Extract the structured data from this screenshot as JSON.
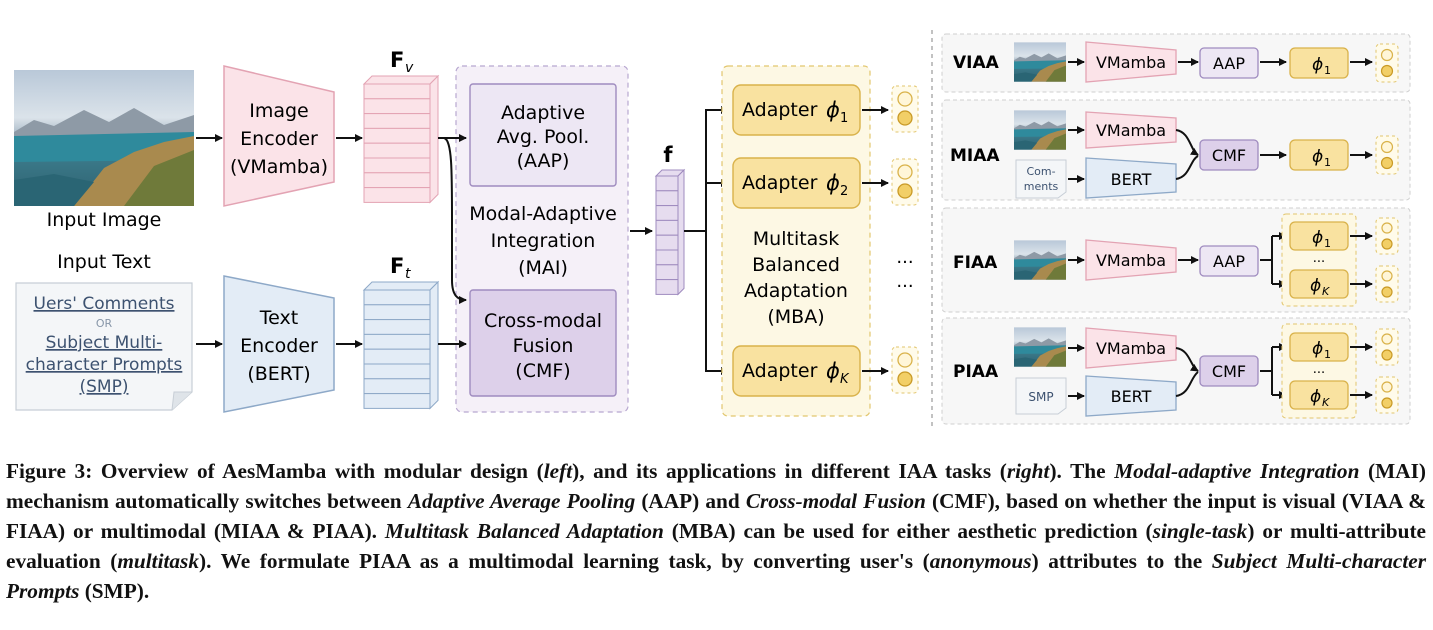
{
  "left": {
    "input_image_label": "Input Image",
    "input_text_label": "Input Text",
    "note_line1": "Uers' Comments",
    "note_or": "OR",
    "note_line2": "Subject Multi-",
    "note_line3": "character Prompts",
    "note_line4": "(SMP)",
    "image_encoder": [
      "Image",
      "Encoder",
      "(VMamba)"
    ],
    "text_encoder": [
      "Text",
      "Encoder",
      "(BERT)"
    ],
    "fv_label": "F",
    "fv_sub": "v",
    "ft_label": "F",
    "ft_sub": "t",
    "aap_box": [
      "Adaptive",
      "Avg. Pool.",
      "(AAP)"
    ],
    "mai_label": [
      "Modal-Adaptive",
      "Integration",
      "(MAI)"
    ],
    "cmf_box": [
      "Cross-modal",
      "Fusion",
      "(CMF)"
    ],
    "f_label": "f",
    "adapter1": "Adapter",
    "adapter2": "Adapter",
    "adapterK": "Adapter",
    "phi": "ϕ",
    "sub1": "1",
    "sub2": "2",
    "subK": "K",
    "mba_label": [
      "Multitask",
      "Balanced",
      "Adaptation",
      "(MBA)"
    ],
    "dots": "···"
  },
  "right": {
    "viaa": {
      "task": "VIAA",
      "enc": "VMamba",
      "agg": "AAP"
    },
    "miaa": {
      "task": "MIAA",
      "enc": "VMamba",
      "text": "BERT",
      "note1": "Com-",
      "note2": "ments",
      "agg": "CMF"
    },
    "fiaa": {
      "task": "FIAA",
      "enc": "VMamba",
      "agg": "AAP"
    },
    "piaa": {
      "task": "PIAA",
      "enc": "VMamba",
      "text": "BERT",
      "note": "SMP",
      "agg": "CMF"
    },
    "vdots": "⋮"
  },
  "caption": {
    "p1": "Figure 3: Overview of AesMamba with modular design (",
    "left": "left",
    "p2": "), and its applications in different IAA tasks (",
    "right": "right",
    "p3": "). The ",
    "modal": "Modal-adaptive Integration",
    "p4": " (MAI) mechanism automatically switches between ",
    "aap": "Adaptive Average Pooling",
    "p5": " (AAP) and ",
    "cmf": "Cross-modal Fusion",
    "p6": " (CMF), based on whether the input is visual (VIAA & FIAA) or multimodal (MIAA & PIAA). ",
    "mba": "Multitask Balanced Adaptation",
    "p7": " (MBA) can be used for either aesthetic prediction (",
    "single": "single-task",
    "p8": ") or multi-attribute evaluation (",
    "multi": "multitask",
    "p9": "). We formulate PIAA as a multimodal learning task, by converting user's (",
    "anon": "anonymous",
    "p10": ") attributes to the ",
    "smp": "Subject Multi-character Prompts",
    "p11": " (SMP)."
  },
  "colors": {
    "pink": "#fbe3e8",
    "pink_border": "#e3a3b3",
    "blue": "#e3ecf6",
    "blue_border": "#8ea9c8",
    "purple": "#e6dcef",
    "purple_border": "#9f8bbf",
    "yellow": "#f9e2a0",
    "yellow_border": "#d9b24a",
    "region_purple": "#f5f0f8",
    "region_yellow": "#fdf8e4"
  }
}
